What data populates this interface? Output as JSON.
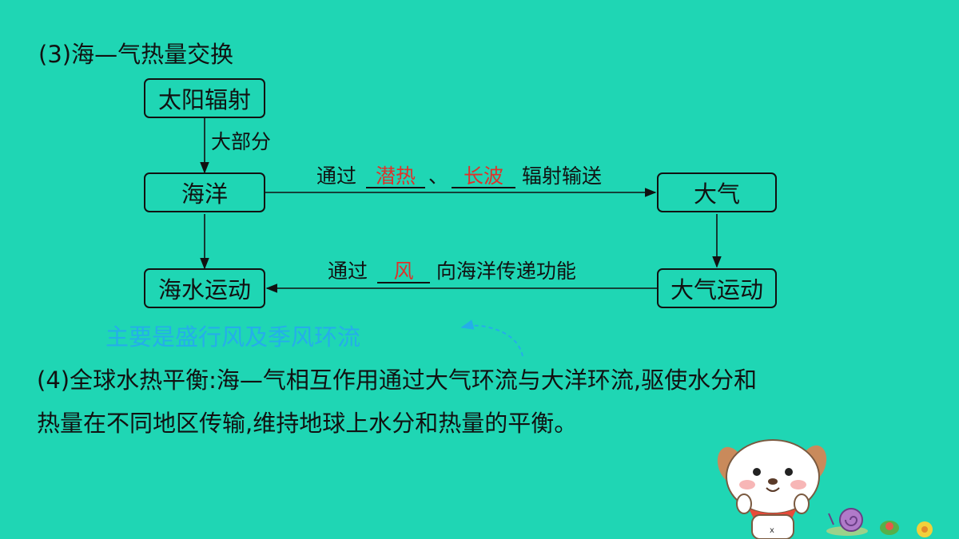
{
  "heading": "(3)海—气热量交换",
  "boxes": {
    "solar": "太阳辐射",
    "ocean": "海洋",
    "atmosphere": "大气",
    "ocean_motion": "海水运动",
    "atmo_motion": "大气运动"
  },
  "labels": {
    "most": "大部分",
    "top_prefix": "通过",
    "top_blank1": "潜热",
    "top_sep": "、",
    "top_blank2": "长波",
    "top_suffix": "辐射输送",
    "bottom_prefix": "通过",
    "bottom_blank": "风",
    "bottom_suffix": "向海洋传递功能"
  },
  "note": "主要是盛行风及季风环流",
  "paragraph": {
    "line1": "(4)全球水热平衡:海—气相互作用通过大气环流与大洋环流,驱使水分和",
    "line2": "热量在不同地区传输,维持地球上水分和热量的平衡。"
  },
  "colors": {
    "background": "#1fd6b4",
    "answer_red": "#e0312a",
    "note_blue": "#25aee9"
  },
  "icons": [
    "puppy-cartoon-icon",
    "snail-icon",
    "leaf-decoration-icon",
    "flower-icon"
  ]
}
